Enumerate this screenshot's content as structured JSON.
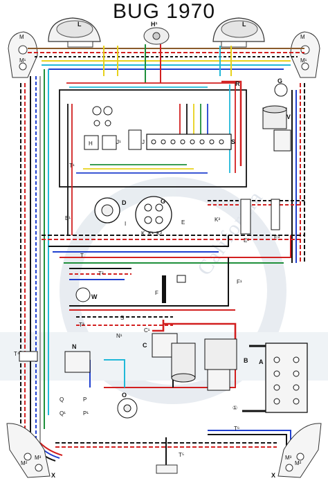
{
  "title": "BUG 1970",
  "watermark": "California",
  "labels": {
    "headlight_left": "L",
    "headlight_right": "L",
    "horn": "H¹",
    "turn_left_front": "M",
    "turn_left_front_b": "M¹",
    "turn_right_front": "M",
    "turn_right_front_b": "M¹",
    "relay_h": "H",
    "relay_j": "J",
    "relay_j1": "J¹",
    "gauge_g": "G",
    "wiper_v": "V",
    "r": "R",
    "s": "S",
    "d": "D",
    "g": "G",
    "t1": "T¹",
    "e1": "E¹",
    "e": "E",
    "e2": "E²",
    "e3": "E³",
    "k": "K",
    "k1": "K¹",
    "k2": "K²",
    "k3": "K³",
    "i": "I",
    "t": "T",
    "t2": "T²",
    "w": "W",
    "f": "F",
    "f1": "F¹",
    "t3": "T³",
    "t4": "T⁴",
    "n": "N",
    "n1": "N¹",
    "o": "O",
    "p": "P",
    "q": "Q",
    "p1": "P¹",
    "q1": "Q¹",
    "c": "C",
    "c1": "C¹",
    "b": "B",
    "a": "A",
    "x": "X",
    "x1": "X",
    "m_rear_l": "M²",
    "m_rear_l2": "M³",
    "m_rear_r": "M²",
    "m_rear_r2": "M³",
    "t5": "T⁵",
    "t6": "T⁶",
    "fuse": "S",
    "ground_symbol": "①"
  },
  "colors": {
    "red": "#d21f1f",
    "black": "#111111",
    "blue": "#1f3fcf",
    "yellow": "#e8d21a",
    "green": "#1e8f3a",
    "cyan": "#20b8d8",
    "brown": "#8a5a2b",
    "grey": "#9a9a9a",
    "white_wire": "#cccccc",
    "watermark": "#dde3ea"
  }
}
